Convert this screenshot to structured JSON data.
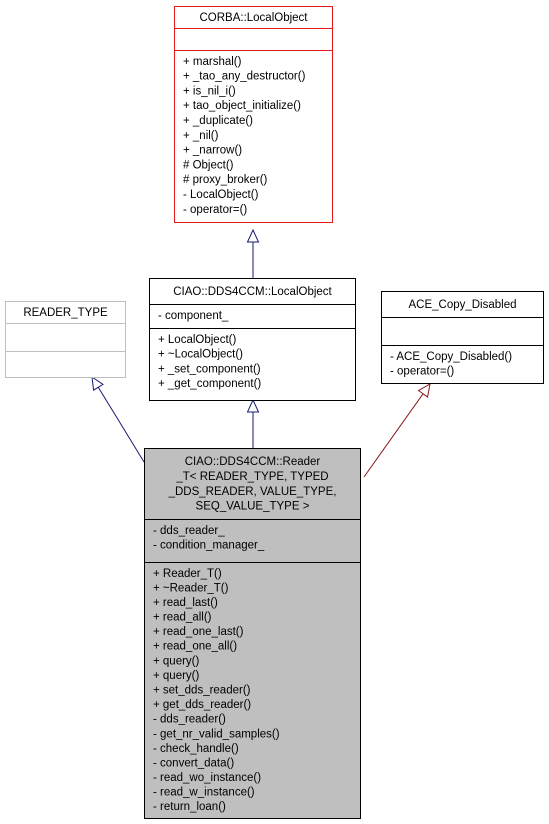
{
  "diagram": {
    "classes": [
      {
        "id": "corba_localobject",
        "title": [
          "CORBA::LocalObject"
        ],
        "attributes": [],
        "methods": [
          "+ marshal()",
          "+ _tao_any_destructor()",
          "+ is_nil_i()",
          "+ tao_object_initialize()",
          "+ _duplicate()",
          "+ _nil()",
          "+ _narrow()",
          "# Object()",
          "# proxy_broker()",
          "- LocalObject()",
          "- operator=()"
        ],
        "border_color": "#e31a1c",
        "fill": "#ffffff"
      },
      {
        "id": "reader_type",
        "title": [
          "READER_TYPE"
        ],
        "attributes": [],
        "methods": [],
        "border_color": "#bfbfbf",
        "fill": "#ffffff"
      },
      {
        "id": "ciao_localobject",
        "title": [
          "CIAO::DDS4CCM::LocalObject"
        ],
        "attributes": [
          "- component_"
        ],
        "methods": [
          "+ LocalObject()",
          "+ ~LocalObject()",
          "+ _set_component()",
          "+ _get_component()"
        ],
        "border_color": "#000000",
        "fill": "#ffffff"
      },
      {
        "id": "ace_copy_disabled",
        "title": [
          "ACE_Copy_Disabled"
        ],
        "attributes": [],
        "methods": [
          "- ACE_Copy_Disabled()",
          "- operator=()"
        ],
        "border_color": "#000000",
        "fill": "#ffffff"
      },
      {
        "id": "reader_t",
        "title": [
          "CIAO::DDS4CCM::Reader",
          "_T< READER_TYPE, TYPED",
          "_DDS_READER, VALUE_TYPE,",
          "SEQ_VALUE_TYPE >"
        ],
        "attributes": [
          "- dds_reader_",
          "- condition_manager_"
        ],
        "methods": [
          "+ Reader_T()",
          "+ ~Reader_T()",
          "+ read_last()",
          "+ read_all()",
          "+ read_one_last()",
          "+ read_one_all()",
          "+ query()",
          "+ query()",
          "+ set_dds_reader()",
          "+ get_dds_reader()",
          "- dds_reader()",
          "- get_nr_valid_samples()",
          "- check_handle()",
          "- convert_data()",
          "- read_wo_instance()",
          "- read_w_instance()",
          "- return_loan()"
        ],
        "border_color": "#000000",
        "fill": "#bfbfbf"
      }
    ],
    "edges": [
      {
        "from": "ciao_localobject",
        "to": "corba_localobject",
        "color": "#191970"
      },
      {
        "from": "reader_t",
        "to": "reader_type",
        "color": "#191970"
      },
      {
        "from": "reader_t",
        "to": "ciao_localobject",
        "color": "#191970"
      },
      {
        "from": "reader_t",
        "to": "ace_copy_disabled",
        "color": "#8b1a1a"
      }
    ]
  }
}
